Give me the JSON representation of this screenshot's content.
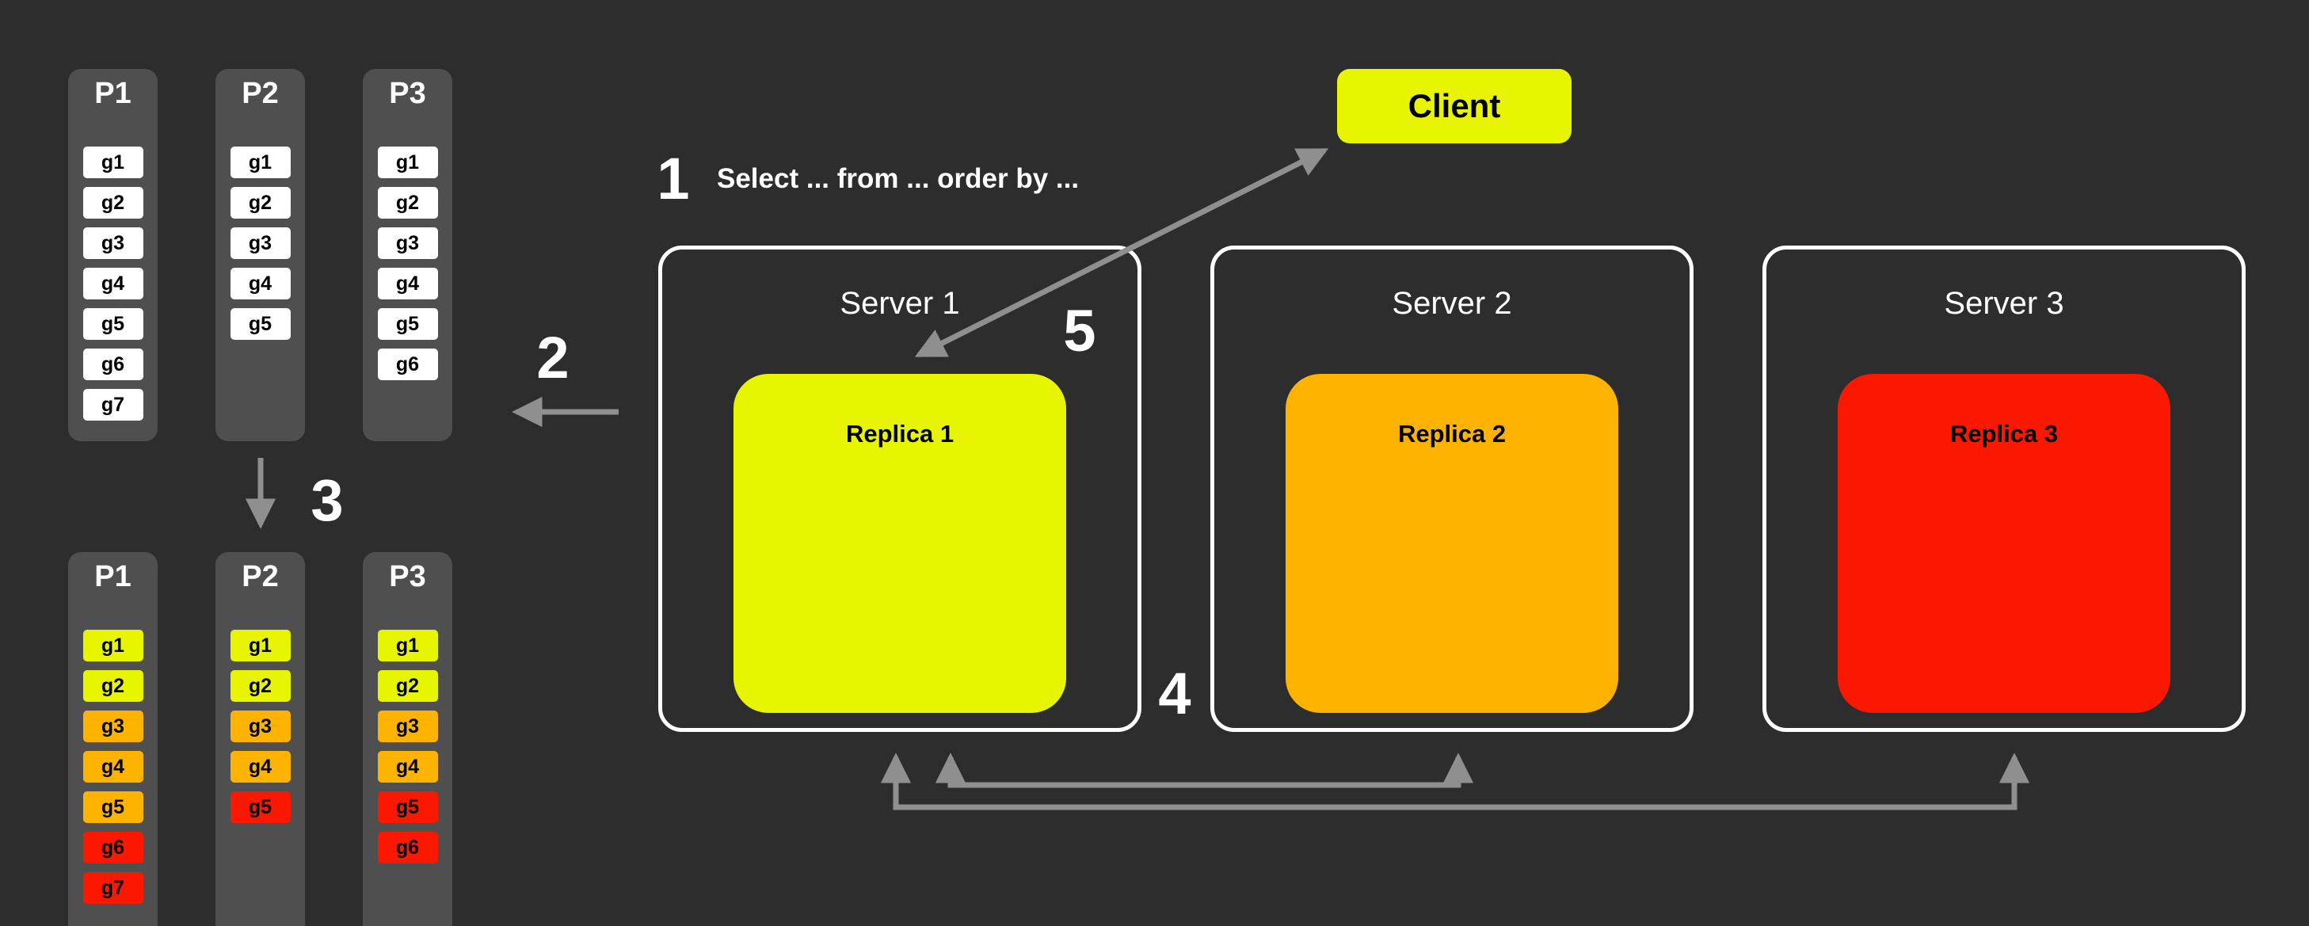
{
  "colors": {
    "background": "#2d2d2d",
    "partition_bg": "#4f4f4f",
    "chip_bg": "#ffffff",
    "yellow": "#e8f500",
    "orange": "#fdb300",
    "red": "#fb1800",
    "arrow": "#8f8f8f",
    "server_border": "#ffffff",
    "text_light": "#ffffff",
    "text_dark": "#000000"
  },
  "client": {
    "label": "Client"
  },
  "steps": {
    "s1": {
      "number": "1",
      "text": "Select ... from ... order by ..."
    },
    "s2": {
      "number": "2"
    },
    "s3": {
      "number": "3"
    },
    "s4": {
      "number": "4"
    },
    "s5": {
      "number": "5"
    }
  },
  "servers": [
    {
      "label": "Server 1",
      "replica": {
        "label": "Replica 1",
        "color": "yellow"
      }
    },
    {
      "label": "Server 2",
      "replica": {
        "label": "Replica 2",
        "color": "orange"
      }
    },
    {
      "label": "Server 3",
      "replica": {
        "label": "Replica 3",
        "color": "red"
      }
    }
  ],
  "partitions_unsorted": [
    {
      "label": "P1",
      "chips": [
        {
          "label": "g1",
          "color": "chip_bg"
        },
        {
          "label": "g2",
          "color": "chip_bg"
        },
        {
          "label": "g3",
          "color": "chip_bg"
        },
        {
          "label": "g4",
          "color": "chip_bg"
        },
        {
          "label": "g5",
          "color": "chip_bg"
        },
        {
          "label": "g6",
          "color": "chip_bg"
        },
        {
          "label": "g7",
          "color": "chip_bg"
        }
      ]
    },
    {
      "label": "P2",
      "chips": [
        {
          "label": "g1",
          "color": "chip_bg"
        },
        {
          "label": "g2",
          "color": "chip_bg"
        },
        {
          "label": "g3",
          "color": "chip_bg"
        },
        {
          "label": "g4",
          "color": "chip_bg"
        },
        {
          "label": "g5",
          "color": "chip_bg"
        }
      ]
    },
    {
      "label": "P3",
      "chips": [
        {
          "label": "g1",
          "color": "chip_bg"
        },
        {
          "label": "g2",
          "color": "chip_bg"
        },
        {
          "label": "g3",
          "color": "chip_bg"
        },
        {
          "label": "g4",
          "color": "chip_bg"
        },
        {
          "label": "g5",
          "color": "chip_bg"
        },
        {
          "label": "g6",
          "color": "chip_bg"
        }
      ]
    }
  ],
  "partitions_sorted": [
    {
      "label": "P1",
      "chips": [
        {
          "label": "g1",
          "color": "yellow"
        },
        {
          "label": "g2",
          "color": "yellow"
        },
        {
          "label": "g3",
          "color": "orange"
        },
        {
          "label": "g4",
          "color": "orange"
        },
        {
          "label": "g5",
          "color": "orange"
        },
        {
          "label": "g6",
          "color": "red"
        },
        {
          "label": "g7",
          "color": "red"
        }
      ]
    },
    {
      "label": "P2",
      "chips": [
        {
          "label": "g1",
          "color": "yellow"
        },
        {
          "label": "g2",
          "color": "yellow"
        },
        {
          "label": "g3",
          "color": "orange"
        },
        {
          "label": "g4",
          "color": "orange"
        },
        {
          "label": "g5",
          "color": "red"
        }
      ]
    },
    {
      "label": "P3",
      "chips": [
        {
          "label": "g1",
          "color": "yellow"
        },
        {
          "label": "g2",
          "color": "yellow"
        },
        {
          "label": "g3",
          "color": "orange"
        },
        {
          "label": "g4",
          "color": "orange"
        },
        {
          "label": "g5",
          "color": "red"
        },
        {
          "label": "g6",
          "color": "red"
        }
      ]
    }
  ]
}
